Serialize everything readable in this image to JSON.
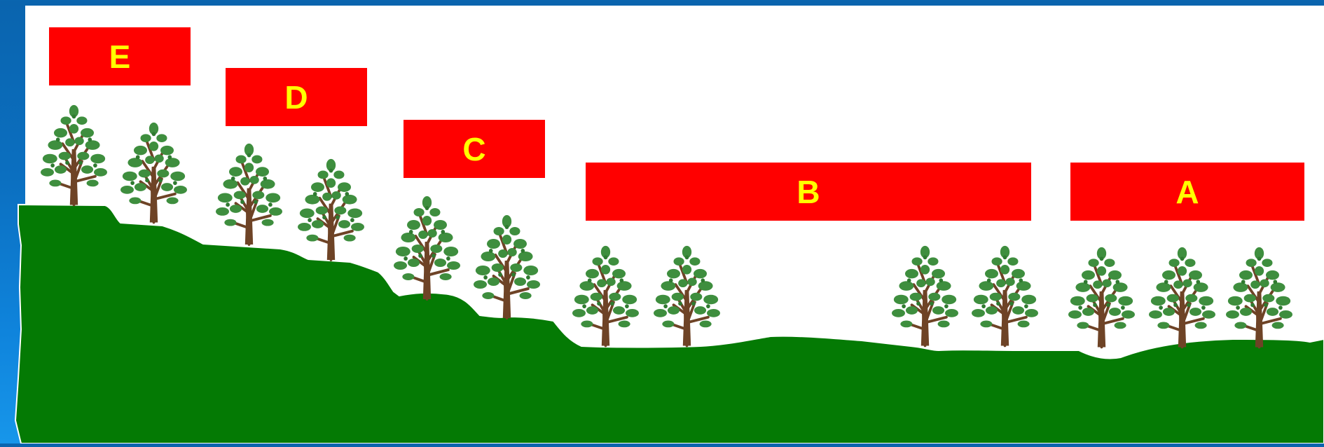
{
  "colors": {
    "background": "#0b6fc0",
    "panel": "#ffffff",
    "ground": "#047a04",
    "label_box": "#ff0000",
    "label_text": "#ffff00",
    "trunk": "#6e4326",
    "foliage": "#3e8e3e"
  },
  "zones": [
    {
      "id": "E",
      "label": "E"
    },
    {
      "id": "D",
      "label": "D"
    },
    {
      "id": "C",
      "label": "C"
    },
    {
      "id": "B",
      "label": "B"
    },
    {
      "id": "A",
      "label": "A"
    }
  ],
  "tree_icon": "tree-icon",
  "tree_counts": {
    "E": 2,
    "D": 2,
    "C": 2,
    "B": 4,
    "A": 3
  }
}
